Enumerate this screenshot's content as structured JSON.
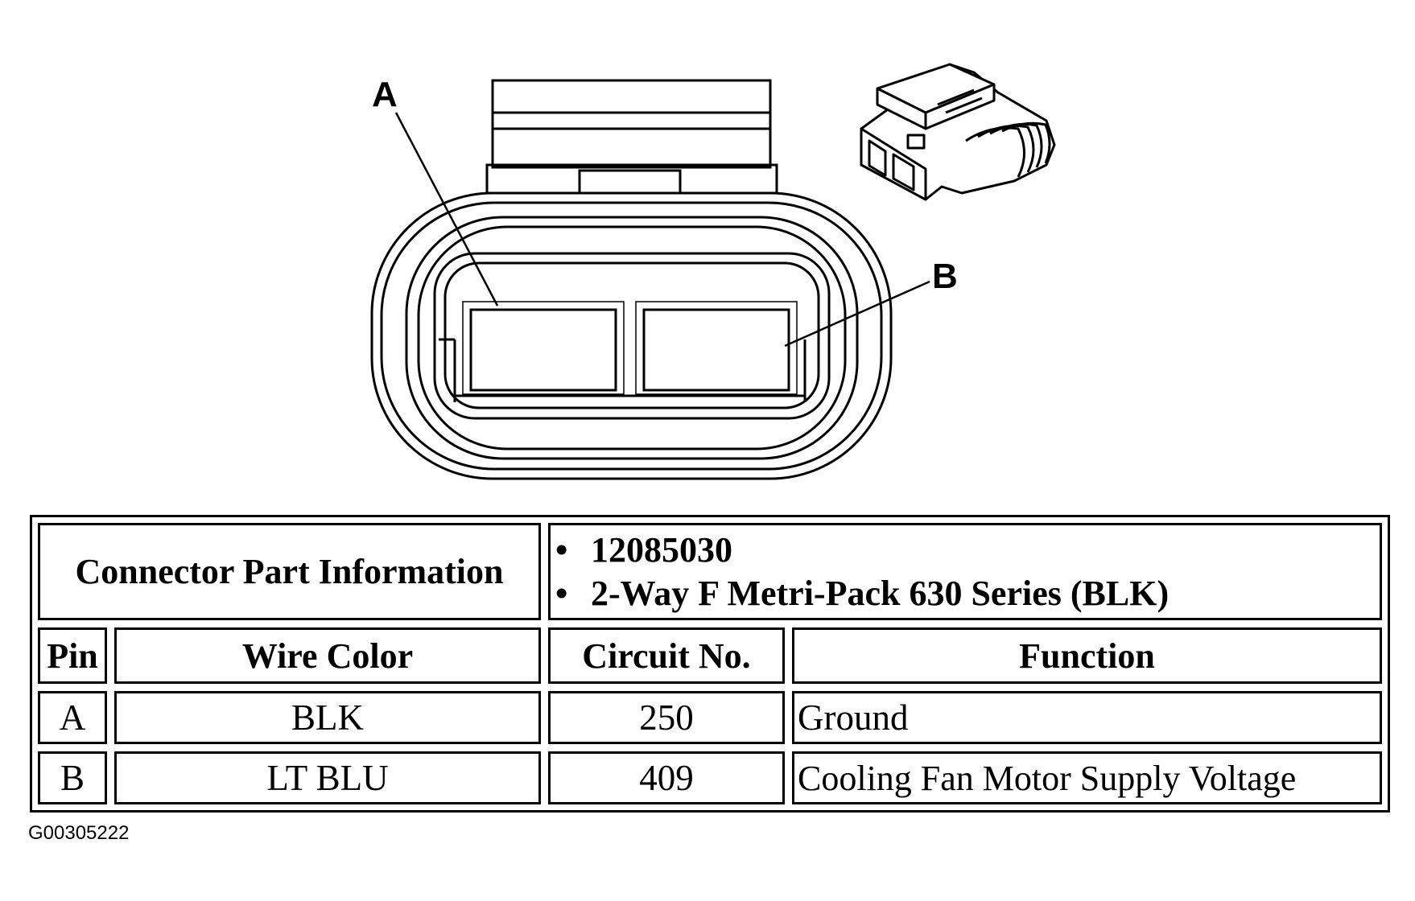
{
  "diagram": {
    "callouts": {
      "a": "A",
      "b": "B"
    }
  },
  "table": {
    "info_label": "Connector Part Information",
    "info_items": [
      "12085030",
      "2-Way F Metri-Pack 630 Series (BLK)"
    ],
    "bullet": "•",
    "headers": {
      "pin": "Pin",
      "wire_color": "Wire Color",
      "circuit": "Circuit No.",
      "function": "Function"
    },
    "rows": [
      {
        "pin": "A",
        "wire_color": "BLK",
        "circuit": "250",
        "function": "Ground"
      },
      {
        "pin": "B",
        "wire_color": "LT BLU",
        "circuit": "409",
        "function": "Cooling Fan Motor Supply Voltage"
      }
    ]
  },
  "figure_id": "G00305222"
}
